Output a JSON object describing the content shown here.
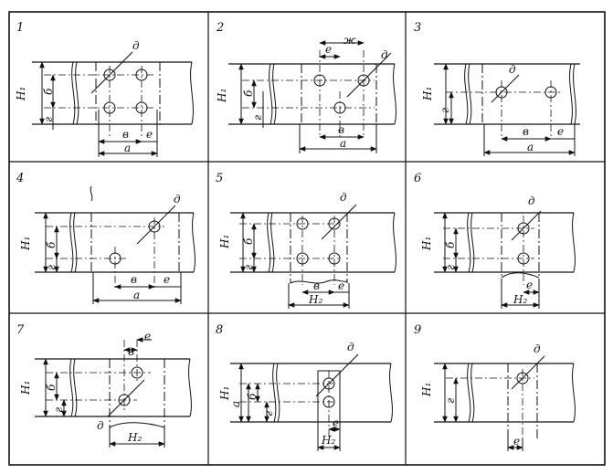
{
  "diagrams": [
    {
      "number": "1",
      "labels": {
        "d": "д",
        "h1": "H₁",
        "b": "б",
        "g": "г",
        "v": "в",
        "e": "е",
        "a": "а"
      }
    },
    {
      "number": "2",
      "labels": {
        "zh": "ж",
        "e": "е",
        "d": "д",
        "h1": "H₁",
        "b": "б",
        "g": "г",
        "v": "в",
        "a": "а"
      }
    },
    {
      "number": "3",
      "labels": {
        "d": "д",
        "h1": "H₁",
        "g": "г",
        "v": "в",
        "e": "е",
        "a": "а"
      }
    },
    {
      "number": "4",
      "labels": {
        "d": "д",
        "h1": "H₁",
        "b": "б",
        "g": "г",
        "v": "в",
        "e": "е",
        "a": "а"
      }
    },
    {
      "number": "5",
      "labels": {
        "d": "д",
        "h1": "H₁",
        "b": "б",
        "g": "г",
        "v": "в",
        "e": "е",
        "h2": "H₂"
      }
    },
    {
      "number": "6",
      "labels": {
        "d": "д",
        "h1": "H₁",
        "b": "б",
        "g": "г",
        "e": "е",
        "h2": "H₂"
      }
    },
    {
      "number": "7",
      "labels": {
        "e": "е",
        "v": "в",
        "h1": "H₁",
        "b": "б",
        "g": "г",
        "d": "д",
        "h2": "H₂"
      }
    },
    {
      "number": "8",
      "labels": {
        "d": "д",
        "h1": "H₁",
        "a": "а",
        "b": "б",
        "g": "г",
        "e": "е",
        "h2": "H₂"
      }
    },
    {
      "number": "9",
      "labels": {
        "d": "д",
        "h1": "H₁",
        "g": "г",
        "e": "е"
      }
    }
  ]
}
